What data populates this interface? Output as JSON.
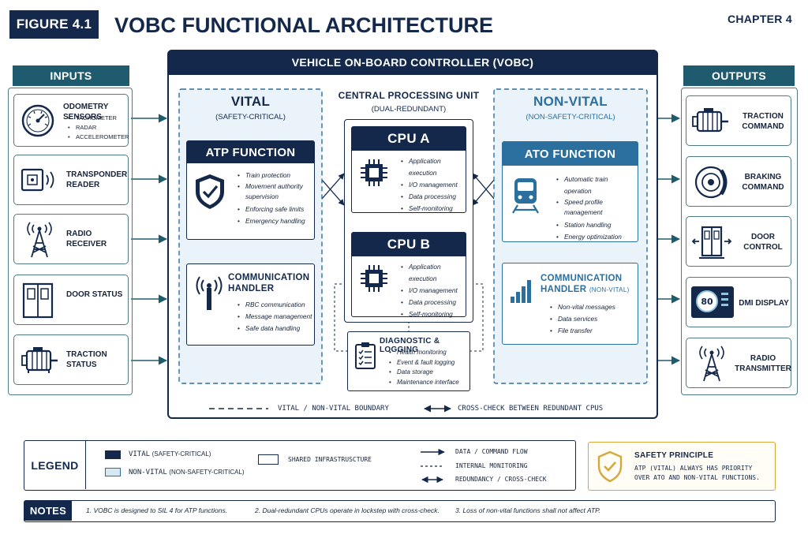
{
  "header": {
    "figure_label": "FIGURE 4.1",
    "title": "VOBC FUNCTIONAL ARCHITECTURE",
    "chapter": "CHAPTER 4"
  },
  "inputs": {
    "title": "INPUTS",
    "items": [
      {
        "label": "ODOMETRY SENSORS",
        "subitems": [
          "TACHOMETER",
          "RADAR",
          "ACCELEROMETER"
        ],
        "icon": "speedometer-icon"
      },
      {
        "label": "TRANSPONDER READER",
        "subitems": [],
        "icon": "transponder-icon"
      },
      {
        "label": "RADIO RECEIVER",
        "subitems": [],
        "icon": "radio-tower-icon"
      },
      {
        "label": "DOOR STATUS",
        "subitems": [],
        "icon": "door-icon"
      },
      {
        "label": "TRACTION STATUS",
        "subitems": [],
        "icon": "motor-icon"
      }
    ]
  },
  "outputs": {
    "title": "OUTPUTS",
    "items": [
      {
        "label": "TRACTION COMMAND",
        "icon": "motor-icon"
      },
      {
        "label": "BRAKING COMMAND",
        "icon": "brake-disc-icon"
      },
      {
        "label": "DOOR CONTROL",
        "icon": "door-control-icon"
      },
      {
        "label": "DMI DISPLAY",
        "icon": "display-icon",
        "display_value": "80"
      },
      {
        "label": "RADIO TRANSMITTER",
        "icon": "radio-tower-icon"
      }
    ]
  },
  "vobc": {
    "title": "VEHICLE ON-BOARD CONTROLLER (VOBC)",
    "vital": {
      "title": "VITAL",
      "subtitle": "(SAFETY-CRITICAL)",
      "atp": {
        "title": "ATP FUNCTION",
        "bullets": [
          "Train protection",
          "Movement authority supervision",
          "Enforcing safe limits",
          "Emergency handling"
        ]
      },
      "comm": {
        "title": "COMMUNICATION HANDLER",
        "bullets": [
          "RBC communication",
          "Message management",
          "Safe data handling"
        ]
      }
    },
    "cpu": {
      "title": "CENTRAL PROCESSING UNIT",
      "subtitle": "(DUAL-REDUNDANT)",
      "cpu_a": {
        "title": "CPU A",
        "bullets": [
          "Application execution",
          "I/O management",
          "Data processing",
          "Self-monitoring"
        ]
      },
      "cpu_b": {
        "title": "CPU B",
        "bullets": [
          "Application execution",
          "I/O management",
          "Data processing",
          "Self-monitoring"
        ]
      }
    },
    "diag": {
      "title": "DIAGNOSTIC & LOGGING",
      "bullets": [
        "Health monitoring",
        "Event & fault logging",
        "Data storage",
        "Maintenance interface"
      ]
    },
    "nonvital": {
      "title": "NON-VITAL",
      "subtitle": "(NON-SAFETY-CRITICAL)",
      "ato": {
        "title": "ATO FUNCTION",
        "bullets": [
          "Automatic train operation",
          "Speed profile management",
          "Station handling",
          "Energy optimization"
        ]
      },
      "comm": {
        "title": "COMMUNICATION HANDLER",
        "title_suffix": "(NON-VITAL)",
        "bullets": [
          "Non-vital messages",
          "Data services",
          "File transfer"
        ]
      }
    },
    "footer": {
      "boundary_label": "VITAL / NON-VITAL BOUNDARY",
      "crosscheck_label": "CROSS-CHECK BETWEEN REDUNDANT CPUS"
    }
  },
  "legend": {
    "title": "LEGEND",
    "vital": "VITAL",
    "vital_sub": "(SAFETY-CRITICAL)",
    "nonvital": "NON-VITAL",
    "nonvital_sub": "(NON-SAFETY-CRITICAL)",
    "shared": "SHARED INFRASTRUSCTURE",
    "flow": "DATA / COMMAND FLOW",
    "monitoring": "INTERNAL MONITORING",
    "redundancy": "REDUNDANCY / CROSS-CHECK"
  },
  "safety": {
    "title": "SAFETY PRINCIPLE",
    "line1": "ATP (VITAL) ALWAYS HAS PRIORITY",
    "line2": "OVER ATO AND NON-VITAL FUNCTIONS."
  },
  "notes": {
    "title": "NOTES",
    "items": [
      "1. VOBC is designed to SIL 4 for ATP functions.",
      "2. Dual-redundant CPUs operate in lockstep with cross-check.",
      "3. Loss of non-vital functions shall not affect ATP."
    ]
  },
  "colors": {
    "navy": "#13284a",
    "teal": "#1f5b6e",
    "ice": "#eaf3fa",
    "accent_blue": "#2b6f9e",
    "gold": "#d4a83a"
  }
}
